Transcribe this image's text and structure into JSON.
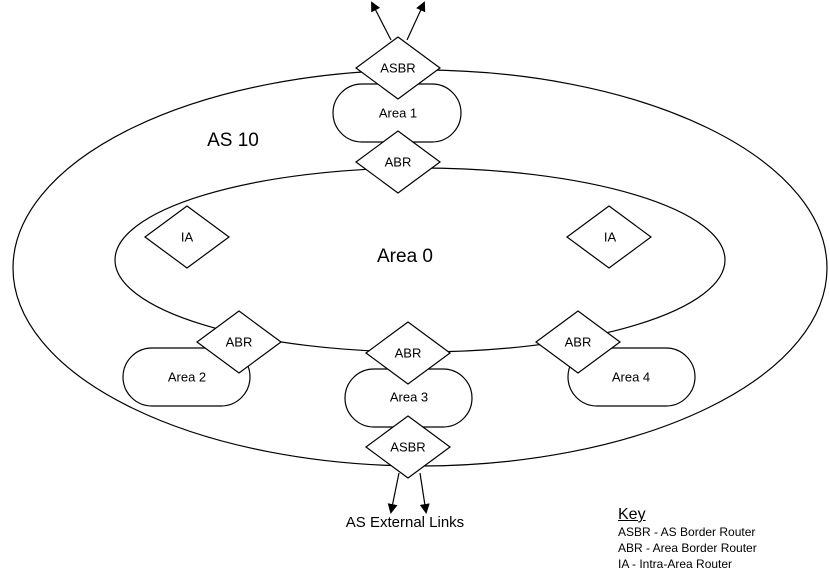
{
  "diagram": {
    "as_label": "AS 10",
    "backbone_label": "Area 0",
    "areas": [
      "Area 1",
      "Area 2",
      "Area 3",
      "Area 4"
    ],
    "routers": {
      "asbr_top": "ASBR",
      "abr_area1": "ABR",
      "abr_area2": "ABR",
      "abr_area3": "ABR",
      "abr_area4": "ABR",
      "asbr_bottom": "ASBR",
      "ia_left": "IA",
      "ia_right": "IA"
    },
    "external_label": "AS External Links"
  },
  "key": {
    "title": "Key",
    "entries": [
      "ASBR - AS Border Router",
      "ABR - Area Border Router",
      "IA - Intra-Area Router"
    ]
  }
}
